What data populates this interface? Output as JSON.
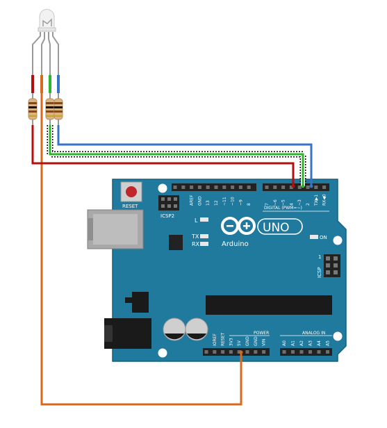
{
  "board": {
    "name": "Arduino",
    "model": "UNO",
    "reset_label": "RESET",
    "icsp2_label": "ICSP2",
    "icsp_label": "ICSP",
    "led_l": "L",
    "led_tx": "TX",
    "led_rx": "RX",
    "on_label": "ON",
    "digital_label": "DIGITAL (PWM=~)",
    "power_label": "POWER",
    "analog_label": "ANALOG IN",
    "icsp_pin1": "1",
    "top_header_labels": [
      "AREF",
      "GND",
      "13",
      "12",
      "~11",
      "~10",
      "~9",
      "8",
      "7",
      "~6",
      "~5",
      "4",
      "~3",
      "2",
      "TX▶1",
      "RX◀0"
    ],
    "power_header_labels": [
      "IOREF",
      "RESET",
      "3V3",
      "5V",
      "GND",
      "GND",
      "VIN"
    ],
    "analog_header_labels": [
      "A0",
      "A1",
      "A2",
      "A3",
      "A4",
      "A5"
    ]
  },
  "components": {
    "led": "RGB LED",
    "resistors": 3
  },
  "wires": [
    {
      "color": "#b30f0f",
      "role": "red"
    },
    {
      "color": "#d9691c",
      "role": "common"
    },
    {
      "color": "#2db52d",
      "role": "green"
    },
    {
      "color": "#3574c9",
      "role": "blue"
    }
  ]
}
